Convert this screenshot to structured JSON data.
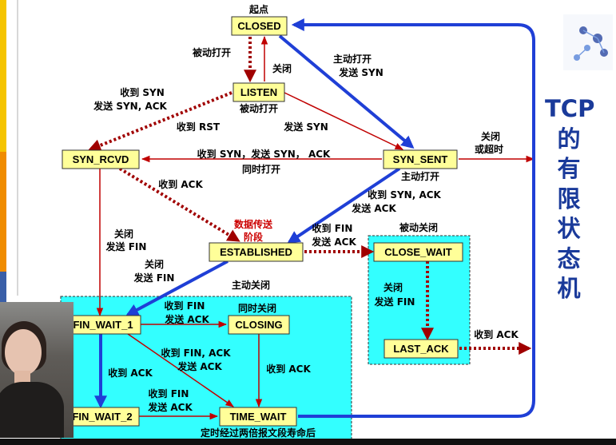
{
  "states": {
    "closed": "CLOSED",
    "listen": "LISTEN",
    "syn_rcvd": "SYN_RCVD",
    "syn_sent": "SYN_SENT",
    "established": "ESTABLISHED",
    "close_wait": "CLOSE_WAIT",
    "last_ack": "LAST_ACK",
    "fin_wait_1": "FIN_WAIT_1",
    "closing": "CLOSING",
    "fin_wait_2": "FIN_WAIT_2",
    "time_wait": "TIME_WAIT"
  },
  "labels": {
    "start": "起点",
    "passive_open_top": "被动打开",
    "close_listen": "关闭",
    "active_open": "主动打开",
    "send_syn_top": "发送 SYN",
    "recv_syn": "收到 SYN",
    "send_syn_ack": "发送 SYN, ACK",
    "passive_open_mid": "被动打开",
    "recv_rst": "收到 RST",
    "send_syn_mid": "发送 SYN",
    "simultaneous_line": "收到 SYN，发送 SYN，  ACK",
    "simultaneous_open": "同时打开",
    "close_or_timeout_1": "关闭",
    "close_or_timeout_2": "或超时",
    "active_open_mid": "主动打开",
    "recv_ack_rcvd": "收到 ACK",
    "recv_syn_ack": "收到 SYN, ACK",
    "send_ack_sent": "发送 ACK",
    "data_transfer_1": "数据传送",
    "data_transfer_2": "阶段",
    "recv_fin_est": "收到 FIN",
    "send_ack_est": "发送 ACK",
    "passive_close": "被动关闭",
    "close_rcvd": "关闭",
    "send_fin_rcvd": "发送 FIN",
    "close_est": "关闭",
    "send_fin_est": "发送 FIN",
    "active_close": "主动关闭",
    "close_cw": "关闭",
    "send_fin_cw": "发送 FIN",
    "recv_ack_last": "收到 ACK",
    "recv_fin_fw1": "收到 FIN",
    "send_ack_fw1": "发送 ACK",
    "simultaneous_close": "同时关闭",
    "recv_fin_ack": "收到 FIN, ACK",
    "send_ack_diag": "发送 ACK",
    "recv_ack_fw1": "收到 ACK",
    "recv_ack_closing": "收到 ACK",
    "recv_fin_fw2": "收到 FIN",
    "send_ack_fw2": "发送 ACK",
    "timer_note": "定时经过两倍报文段寿命后"
  },
  "side_title": [
    "TCP",
    "的",
    "有",
    "限",
    "状",
    "态",
    "机"
  ],
  "colors": {
    "state_fill": "#ffff99",
    "state_border": "#333333",
    "normal_arrow": "#c00000",
    "client_arrow": "#1f3fd6",
    "server_arrow": "#a00000",
    "region_fill": "#33ffff",
    "left_stripe_top": "#f5c400",
    "left_stripe_mid": "#f08c00",
    "data_transfer_text": "#cc0000",
    "title_text": "#1a3a9a"
  }
}
